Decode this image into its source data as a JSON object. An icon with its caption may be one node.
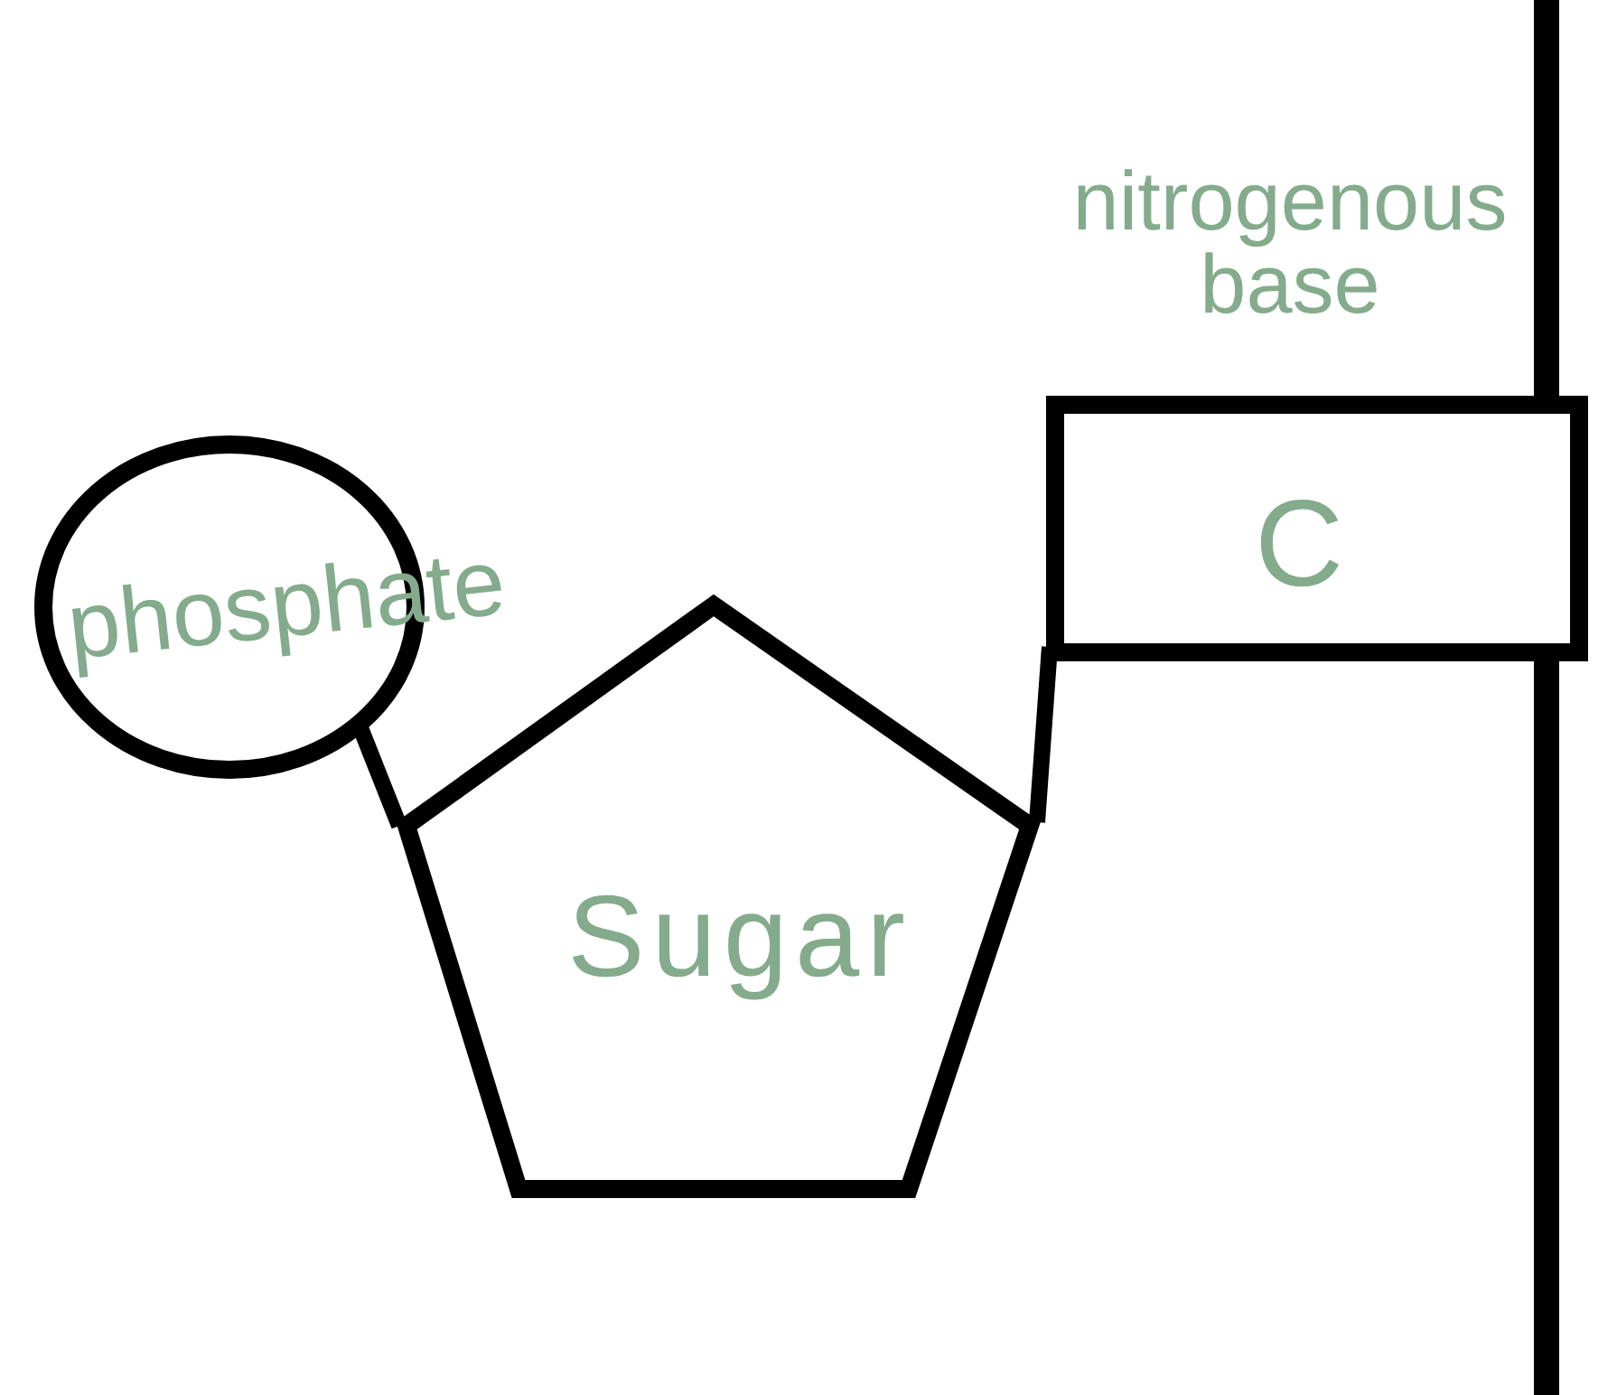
{
  "diagram": {
    "nodes": [
      {
        "text": [
          "phosphate"
        ]
      },
      {
        "text": [
          "Sugar"
        ]
      },
      {
        "text": [
          "C"
        ]
      },
      {
        "text": [],
        "shape": "bar"
      },
      {
        "text": [],
        "shape": "bar"
      }
    ],
    "edges": [
      {
        "from": 0,
        "to": 1,
        "arrow": "none"
      },
      {
        "from": 1,
        "to": 2,
        "arrow": "none"
      }
    ],
    "labels": [
      "nitrogenous base"
    ]
  }
}
